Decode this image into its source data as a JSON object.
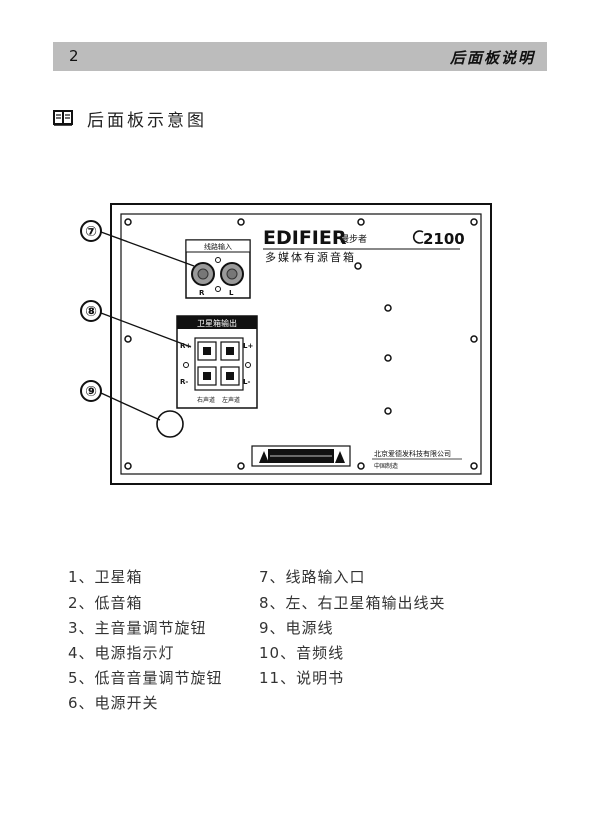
{
  "header": {
    "page_number": "2",
    "section": "后面板说明"
  },
  "title": "后面板示意图",
  "diagram": {
    "brand": "EDIFIER",
    "brand_cn": "漫步者",
    "slogan": "多媒体有源音箱",
    "model": "2100",
    "line_in_label": "线路输入",
    "line_in_r": "R",
    "line_in_l": "L",
    "sat_out_label": "卫星箱输出",
    "sat_r_plus": "R+",
    "sat_r_minus": "R-",
    "sat_l_plus": "L+",
    "sat_l_minus": "L-",
    "sat_right_channel": "右声道",
    "sat_left_channel": "左声道",
    "company": "北京爱德发科技有限公司",
    "made_in": "中国制造",
    "callouts": [
      "⑦",
      "⑧",
      "⑨"
    ]
  },
  "legend": [
    "1、卫星箱",
    "2、低音箱",
    "3、主音量调节旋钮",
    "4、电源指示灯",
    "5、低音音量调节旋钮",
    "6、电源开关",
    "7、线路输入口",
    "8、左、右卫星箱输出线夹",
    "9、电源线",
    "10、音频线",
    "11、说明书"
  ]
}
